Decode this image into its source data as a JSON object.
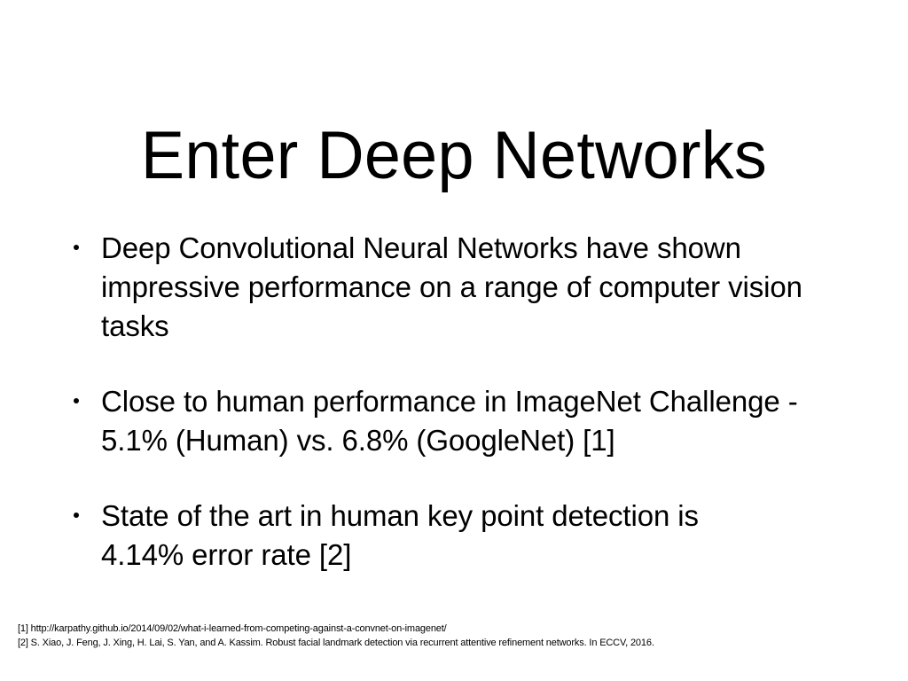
{
  "slide": {
    "title": "Enter Deep Networks",
    "bullet_marker": "•",
    "bullets": [
      {
        "text": "Deep Convolutional Neural Networks have shown impressive performance on a range of computer vision tasks"
      },
      {
        "text": "Close to human performance in ImageNet Challenge - 5.1% (Human) vs. 6.8% (GoogleNet) [1]"
      },
      {
        "text": "State of the art in human key point detection is 4.14% error rate [2]"
      }
    ],
    "footnotes": [
      "[1] http://karpathy.github.io/2014/09/02/what-i-learned-from-competing-against-a-convnet-on-imagenet/",
      "[2] S. Xiao, J. Feng, J. Xing, H. Lai, S. Yan, and A. Kassim. Robust facial landmark detection via recurrent attentive refinement networks. In ECCV, 2016."
    ],
    "colors": {
      "background": "#ffffff",
      "text": "#000000"
    }
  }
}
